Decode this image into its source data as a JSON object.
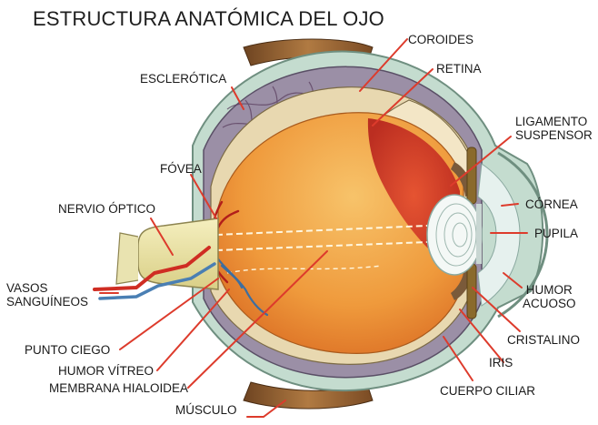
{
  "title": "ESTRUCTURA ANATÓMICA DEL OJO",
  "colors": {
    "leader": "#dd3b2c",
    "sclera": "#b9d3c7",
    "vitreous": "#f0a64a",
    "retina_red": "#cf2d23",
    "muscle": "#8a5a2b",
    "choroid": "#9b8fa6"
  },
  "labels": {
    "coroides": "COROIDES",
    "retina": "RETINA",
    "esclerotica": "ESCLERÓTICA",
    "ligamento": "LIGAMENTO\nSUSPENSOR",
    "fovea": "FÓVEA",
    "cornea": "CÓRNEA",
    "nervio": "NERVIO ÓPTICO",
    "pupila": "PUPILA",
    "vasos": "VASOS\nSANGUÍNEOS",
    "humor_acuoso": "HUMOR\nACUOSO",
    "cristalino": "CRISTALINO",
    "punto_ciego": "PUNTO CIEGO",
    "iris": "IRIS",
    "humor_vitreo": "HUMOR VÍTREO",
    "membrana": "MEMBRANA HIALOIDEA",
    "cuerpo_ciliar": "CUERPO CILIAR",
    "musculo": "MÚSCULO"
  }
}
